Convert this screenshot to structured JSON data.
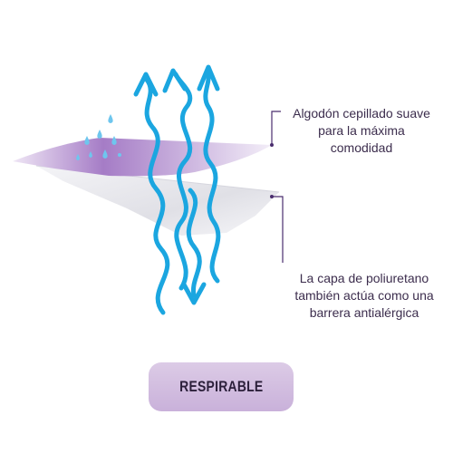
{
  "callouts": [
    {
      "lines": [
        "Algodón cepillado suave",
        "para la máxima",
        "comodidad"
      ]
    },
    {
      "lines": [
        "La capa de poliuretano",
        "también actúa como una",
        "barrera antialérgica"
      ]
    }
  ],
  "badge": {
    "label": "RESPIRABLE"
  },
  "colors": {
    "arrow": "#1ba6e0",
    "top_layer": "#a57cc6",
    "bottom_layer": "#e4e4ea",
    "droplet": "#6ec6ee",
    "marker_line": "#4a2d6e",
    "badge": "#d5c1e2",
    "text": "#3c2d4d"
  },
  "icons": [
    "water-droplet-icon",
    "arrow-up-icon",
    "arrow-down-icon"
  ]
}
